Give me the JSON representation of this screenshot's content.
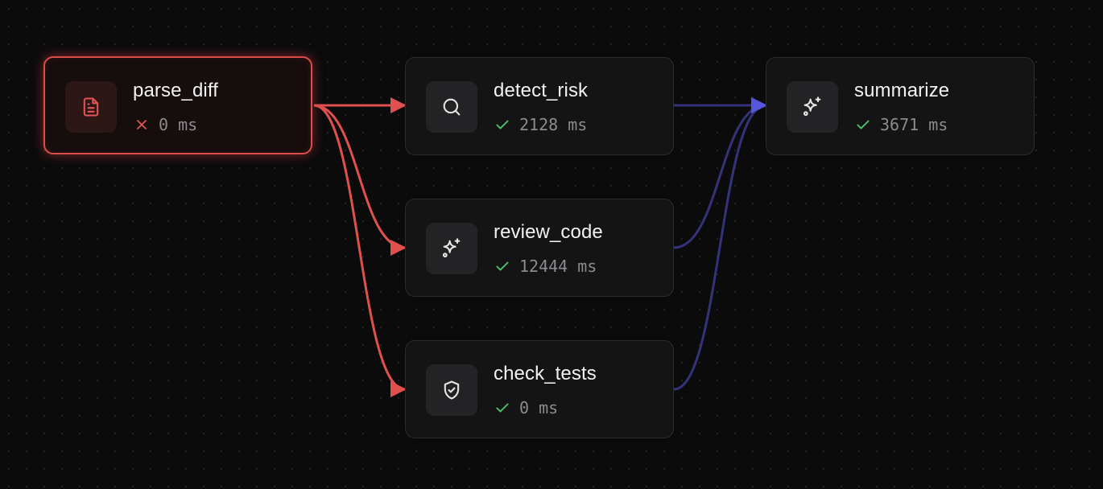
{
  "colors": {
    "error_edge": "#e0504d",
    "success_edge": "#343379",
    "success_arrow": "#5555dd",
    "ok_status": "#4fc26b",
    "fail_status": "#e25552"
  },
  "nodes": {
    "parse_diff": {
      "label": "parse_diff",
      "icon": "file-text-icon",
      "status": "error",
      "duration": "0 ms"
    },
    "detect_risk": {
      "label": "detect_risk",
      "icon": "search-icon",
      "status": "success",
      "duration": "2128 ms"
    },
    "review_code": {
      "label": "review_code",
      "icon": "sparkles-icon",
      "status": "success",
      "duration": "12444 ms"
    },
    "check_tests": {
      "label": "check_tests",
      "icon": "shield-check-icon",
      "status": "success",
      "duration": "0 ms"
    },
    "summarize": {
      "label": "summarize",
      "icon": "sparkles-icon",
      "status": "success",
      "duration": "3671 ms"
    }
  },
  "edges": [
    {
      "from": "parse_diff",
      "to": "detect_risk",
      "state": "error"
    },
    {
      "from": "parse_diff",
      "to": "review_code",
      "state": "error"
    },
    {
      "from": "parse_diff",
      "to": "check_tests",
      "state": "error"
    },
    {
      "from": "detect_risk",
      "to": "summarize",
      "state": "success"
    },
    {
      "from": "review_code",
      "to": "summarize",
      "state": "success"
    },
    {
      "from": "check_tests",
      "to": "summarize",
      "state": "success"
    }
  ]
}
